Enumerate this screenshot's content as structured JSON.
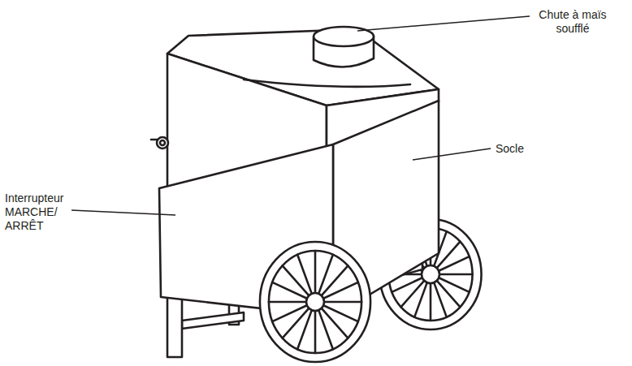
{
  "diagram": {
    "labels": [
      "Chute à maïs soufflé",
      "Socle",
      "Interrupteur MARCHE/ ARRÊT"
    ]
  }
}
